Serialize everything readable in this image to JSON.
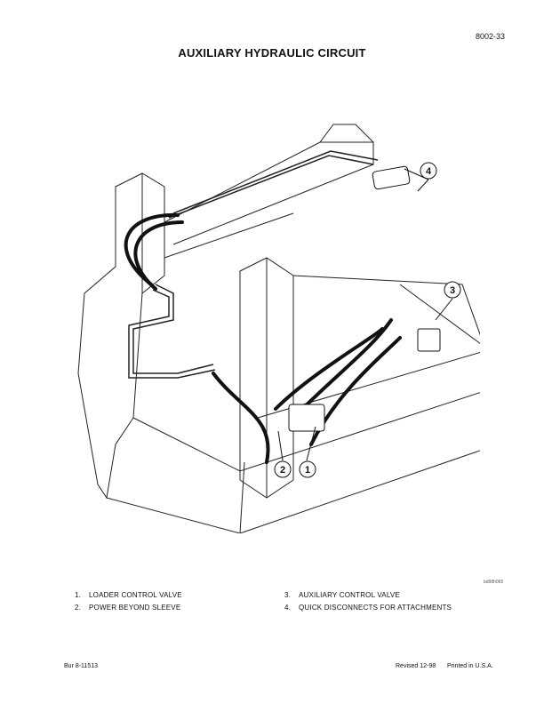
{
  "page_number": "8002-33",
  "title": "AUXILIARY HYDRAULIC CIRCUIT",
  "diagram": {
    "figure_id": "bd98h065",
    "callouts": [
      "1",
      "2",
      "3",
      "4"
    ]
  },
  "legend": [
    {
      "num": "1.",
      "label": "LOADER CONTROL VALVE"
    },
    {
      "num": "2.",
      "label": "POWER BEYOND SLEEVE"
    },
    {
      "num": "3.",
      "label": "AUXILIARY CONTROL VALVE"
    },
    {
      "num": "4.",
      "label": "QUICK DISCONNECTS FOR ATTACHMENTS"
    }
  ],
  "footer": {
    "doc_number": "Bur 8-11513",
    "revised": "Revised 12-98",
    "printed": "Printed in U.S.A."
  }
}
